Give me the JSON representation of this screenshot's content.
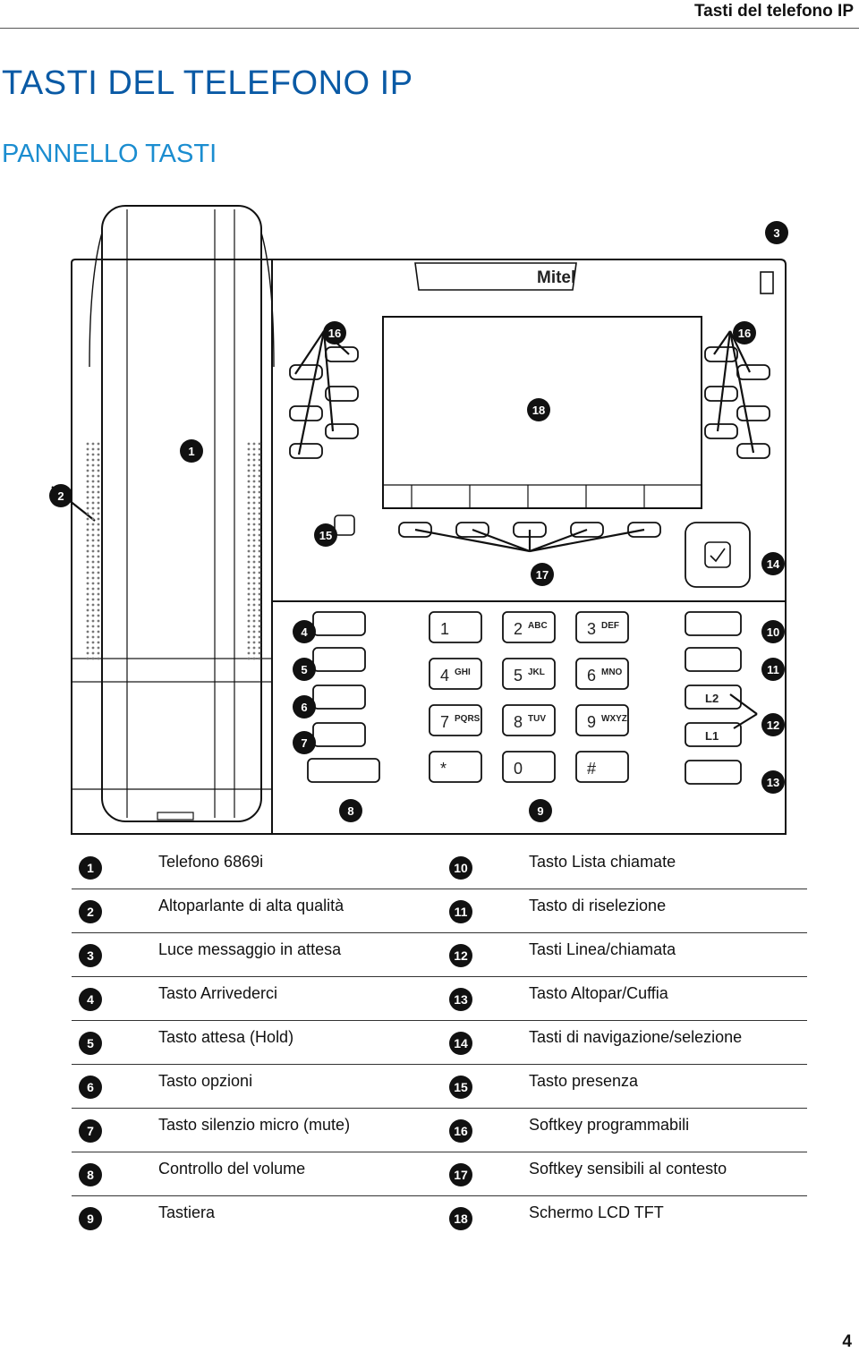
{
  "header": {
    "running_title": "Tasti del telefono IP"
  },
  "title": "TASTI DEL TELEFONO IP",
  "subtitle": "PANNELLO TASTI",
  "phone": {
    "brand": "Mitel",
    "keypad": [
      {
        "num": "1",
        "letters": ""
      },
      {
        "num": "2",
        "letters": "ABC"
      },
      {
        "num": "3",
        "letters": "DEF"
      },
      {
        "num": "4",
        "letters": "GHI"
      },
      {
        "num": "5",
        "letters": "JKL"
      },
      {
        "num": "6",
        "letters": "MNO"
      },
      {
        "num": "7",
        "letters": "PQRS"
      },
      {
        "num": "8",
        "letters": "TUV"
      },
      {
        "num": "9",
        "letters": "WXYZ"
      },
      {
        "num": "*",
        "letters": ""
      },
      {
        "num": "0",
        "letters": ""
      },
      {
        "num": "#",
        "letters": ""
      }
    ],
    "line_keys": [
      "L2",
      "L1"
    ],
    "callouts": [
      "1",
      "2",
      "3",
      "4",
      "5",
      "6",
      "7",
      "8",
      "9",
      "10",
      "11",
      "12",
      "13",
      "14",
      "15",
      "16",
      "16",
      "17",
      "18"
    ]
  },
  "legend": {
    "left": [
      {
        "num": "1",
        "text": "Telefono 6869i"
      },
      {
        "num": "2",
        "text": "Altoparlante di alta qualità"
      },
      {
        "num": "3",
        "text": "Luce messaggio in attesa"
      },
      {
        "num": "4",
        "text": "Tasto Arrivederci"
      },
      {
        "num": "5",
        "text": "Tasto attesa (Hold)"
      },
      {
        "num": "6",
        "text": "Tasto opzioni"
      },
      {
        "num": "7",
        "text": "Tasto silenzio micro (mute)"
      },
      {
        "num": "8",
        "text": "Controllo del volume"
      },
      {
        "num": "9",
        "text": "Tastiera"
      }
    ],
    "right": [
      {
        "num": "10",
        "text": "Tasto Lista chiamate"
      },
      {
        "num": "11",
        "text": "Tasto di riselezione"
      },
      {
        "num": "12",
        "text": "Tasti Linea/chiamata"
      },
      {
        "num": "13",
        "text": "Tasto Altopar/Cuffia"
      },
      {
        "num": "14",
        "text": "Tasti di navigazione/selezione"
      },
      {
        "num": "15",
        "text": "Tasto presenza"
      },
      {
        "num": "16",
        "text": "Softkey programmabili"
      },
      {
        "num": "17",
        "text": "Softkey sensibili al contesto"
      },
      {
        "num": "18",
        "text": "Schermo LCD TFT"
      }
    ]
  },
  "page_number": "4"
}
